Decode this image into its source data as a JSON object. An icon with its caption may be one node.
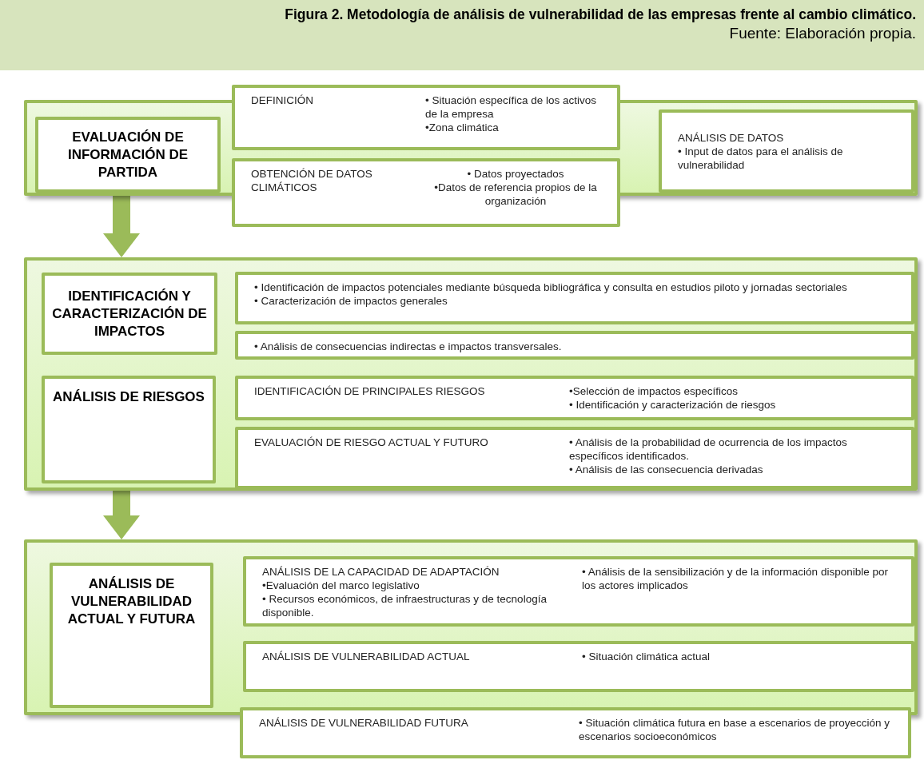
{
  "diagram": {
    "title": "Figura 2. Metodología de análisis de vulnerabilidad de las empresas frente al cambio climático.",
    "caption": "Fuente: Elaboración propia.",
    "nodes": [
      {
        "text": [],
        "shape": "box"
      },
      {
        "text": [
          "EVALUACIÓN DE INFORMACIÓN DE PARTIDA"
        ],
        "in": 0
      },
      {
        "text": [
          "DEFINICIÓN",
          "• Situación específica de los activos de la empresa",
          "•Zona climática"
        ]
      },
      {
        "text": [
          "OBTENCIÓN DE DATOS CLIMÁTICOS",
          "• Datos proyectados",
          "•Datos de referencia propios de la organización"
        ]
      },
      {
        "text": [
          "ANÁLISIS DE DATOS",
          "• Input de datos para el análisis de vulnerabilidad"
        ],
        "in": 0
      },
      {
        "text": [],
        "shape": "box"
      },
      {
        "text": [
          "IDENTIFICACIÓN Y CARACTERIZACIÓN DE IMPACTOS"
        ],
        "in": 5
      },
      {
        "text": [
          "• Identificación de impactos potenciales mediante búsqueda bibliográfica y consulta en estudios piloto y jornadas sectoriales",
          "• Caracterización de impactos generales"
        ],
        "in": 5
      },
      {
        "text": [
          "• Análisis de consecuencias indirectas e impactos transversales."
        ],
        "in": 5
      },
      {
        "text": [
          "ANÁLISIS DE RIESGOS"
        ],
        "in": 5
      },
      {
        "text": [
          "IDENTIFICACIÓN DE PRINCIPALES RIESGOS",
          "•Selección de impactos específicos",
          "• Identificación y caracterización de riesgos"
        ],
        "in": 5
      },
      {
        "text": [
          "EVALUACIÓN DE RIESGO ACTUAL Y FUTURO",
          "• Análisis de la probabilidad de ocurrencia de los impactos específicos identificados.",
          "• Análisis de las consecuencia derivadas"
        ],
        "in": 5
      },
      {
        "text": [],
        "shape": "box"
      },
      {
        "text": [
          "ANÁLISIS DE VULNERABILIDAD ACTUAL Y FUTURA"
        ],
        "in": 12
      },
      {
        "text": [
          "ANÁLISIS DE LA CAPACIDAD DE ADAPTACIÓN",
          "•Evaluación del marco legislativo",
          "• Recursos económicos, de infraestructuras y de tecnología disponible.",
          "• Análisis de la sensibilización y de la información disponible por los actores implicados"
        ],
        "in": 12
      },
      {
        "text": [
          "ANÁLISIS DE VULNERABILIDAD ACTUAL",
          "• Situación climática actual"
        ],
        "in": 12
      },
      {
        "text": [
          "ANÁLISIS DE VULNERABILIDAD FUTURA",
          "• Situación climática futura en base a escenarios de proyección y escenarios socioeconómicos"
        ]
      }
    ],
    "edges": [
      {
        "from": 0,
        "to": 5,
        "arrow": "to"
      },
      {
        "from": 5,
        "to": 12,
        "arrow": "to"
      }
    ]
  }
}
